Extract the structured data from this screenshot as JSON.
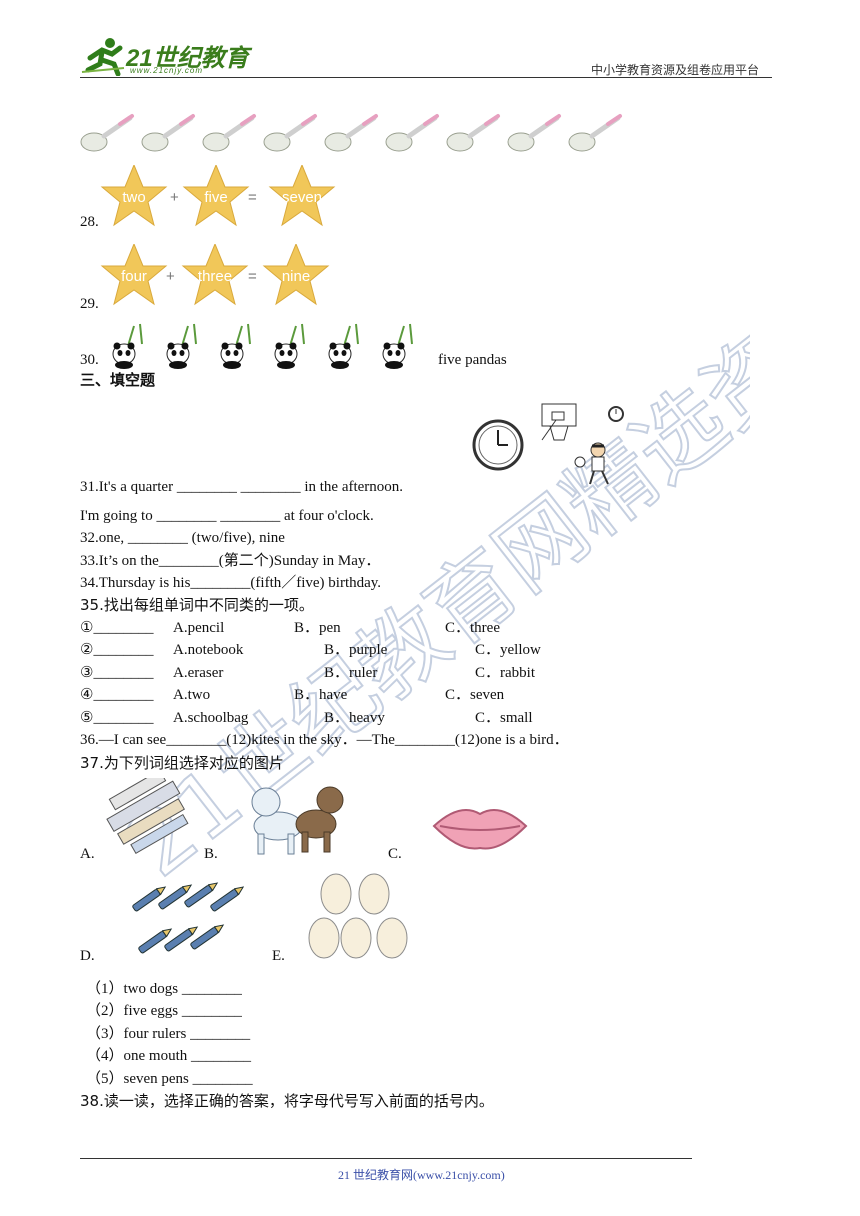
{
  "header": {
    "logo_main": "21世纪教育",
    "logo_url": "www.21cnjy.com",
    "right_text": "中小学教育资源及组卷应用平台"
  },
  "footer": {
    "text": "21 世纪教育网(www.21cnjy.com)"
  },
  "watermark": {
    "text": "21世纪教育网精选资料"
  },
  "q28": {
    "number": "28.",
    "words": [
      "two",
      "five",
      "seven"
    ],
    "plus": "+",
    "equals": "="
  },
  "q29": {
    "number": "29.",
    "words": [
      "four",
      "three",
      "nine"
    ],
    "plus": "+",
    "equals": "="
  },
  "q30": {
    "number": "30.",
    "caption": "five pandas"
  },
  "section3": {
    "title": "三、填空题"
  },
  "q31": {
    "line1": "31.It's a quarter ________ ________ in the afternoon.",
    "line2": "I'm going to ________ ________ at four o'clock."
  },
  "q32": "32.one, ________ (two/five), nine",
  "q33": "33.It’s on the________(第二个)Sunday in May．",
  "q34": "34.Thursday is his________(fifth／five) birthday.",
  "q35": {
    "title": "35.找出每组单词中不同类的一项。",
    "rows": [
      {
        "blank": "①________",
        "a": "A.pencil",
        "b": "B．pen",
        "c": "C．three"
      },
      {
        "blank": "②________",
        "a": "A.notebook",
        "b": "B．purple",
        "c": "C．yellow"
      },
      {
        "blank": "③________",
        "a": "A.eraser",
        "b": "B．ruler",
        "c": "C．rabbit"
      },
      {
        "blank": "④________",
        "a": "A.two",
        "b": "B．have",
        "c": "C．seven"
      },
      {
        "blank": "⑤________",
        "a": "A.schoolbag",
        "b": "B．heavy",
        "c": "C．small"
      }
    ]
  },
  "q36": "36.—I can see________(12)kites in the sky．—The________(12)one is a bird．",
  "q37": {
    "title": "37.为下列词组选择对应的图片",
    "labels": {
      "a": "A.",
      "b": "B.",
      "c": "C.",
      "d": "D.",
      "e": "E."
    },
    "items": [
      "（1）two dogs ________",
      "（2）five eggs ________",
      "（3）four rulers ________",
      "（4）one mouth ________",
      "（5）seven pens ________"
    ]
  },
  "q38": "38.读一读，选择正确的答案，将字母代号写入前面的括号内。"
}
